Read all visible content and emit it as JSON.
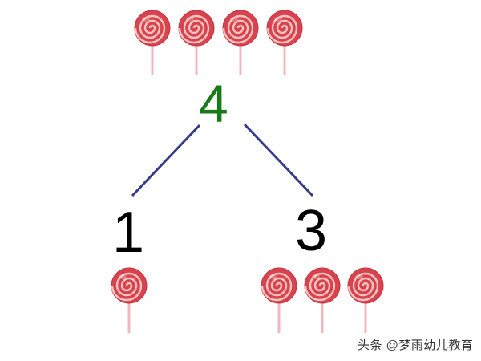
{
  "diagram": {
    "type": "number-bond",
    "total": {
      "value": "4",
      "color": "#1a7a1a",
      "lollipop_count": 4
    },
    "parts": [
      {
        "value": "1",
        "color": "#000000",
        "lollipop_count": 1
      },
      {
        "value": "3",
        "color": "#000000",
        "lollipop_count": 3
      }
    ],
    "line_color": "#3a3a8c",
    "icon": "lollipop-icon",
    "lollipop_colors": {
      "candy": "#e0505a",
      "swirl": "#f7c4c0",
      "stick": "#f0b8bc"
    }
  },
  "watermark": {
    "text": "头条 @梦雨幼儿教育"
  }
}
